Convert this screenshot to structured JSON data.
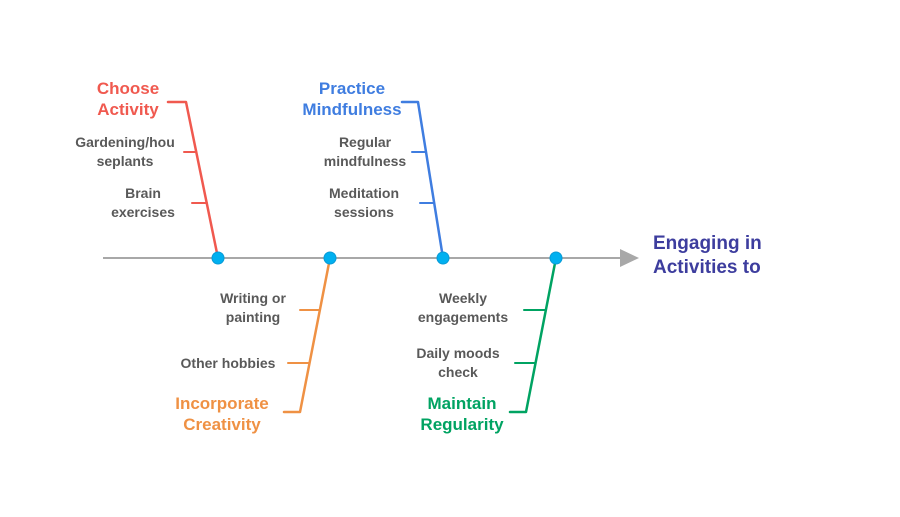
{
  "diagram": {
    "type": "fishbone",
    "title": "Engaging in Activities to",
    "colors": {
      "spine": "#a8a8a8",
      "node": "#00b0f0",
      "sub_item_text": "#595959",
      "title_text": "#3d3d9e"
    },
    "branches": [
      {
        "label": "Choose Activity",
        "color": "#f0594f",
        "position": "top",
        "items": [
          "Gardening/hou seplants",
          "Brain exercises"
        ]
      },
      {
        "label": "Practice Mindfulness",
        "color": "#3f7de0",
        "position": "top",
        "items": [
          "Regular mindfulness",
          "Meditation sessions"
        ]
      },
      {
        "label": "Incorporate Creativity",
        "color": "#ef9144",
        "position": "bottom",
        "items": [
          "Writing or painting",
          "Other hobbies"
        ]
      },
      {
        "label": "Maintain Regularity",
        "color": "#00a362",
        "position": "bottom",
        "items": [
          "Weekly engagements",
          "Daily moods check"
        ]
      }
    ]
  }
}
